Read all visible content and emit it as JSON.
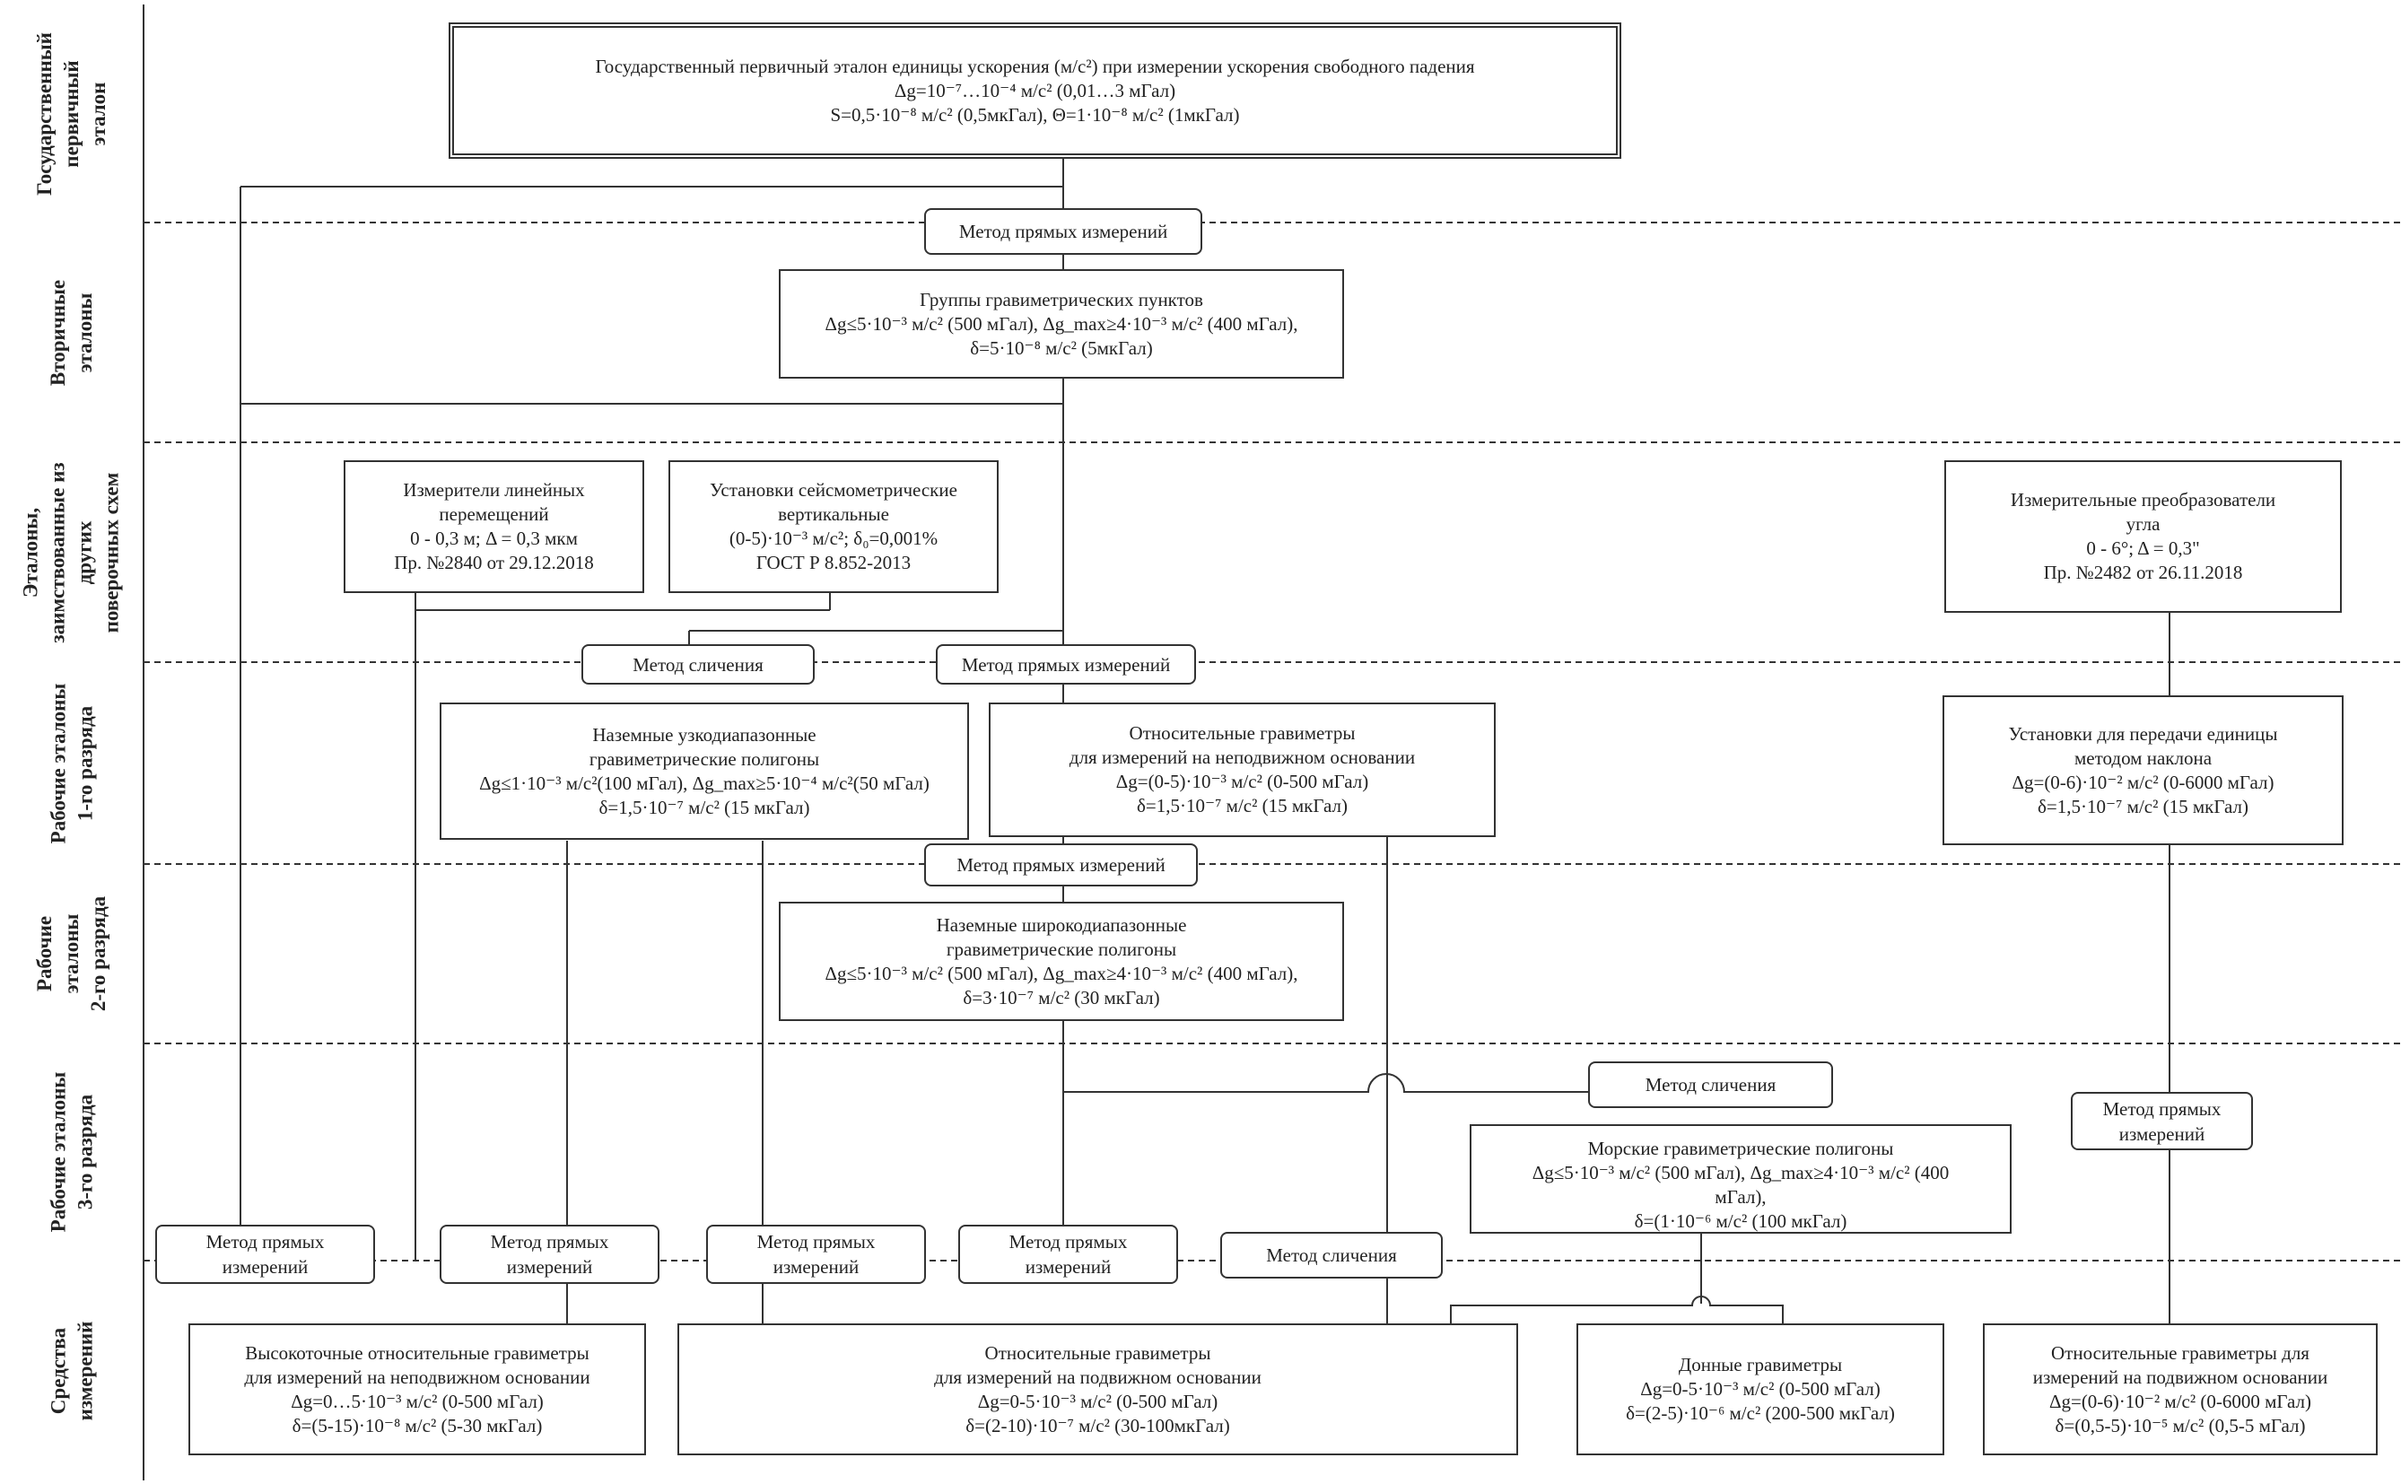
{
  "rows": [
    {
      "id": "row-state-primary",
      "lines": [
        "Государственный",
        "первичный",
        "эталон"
      ]
    },
    {
      "id": "row-secondary",
      "lines": [
        "Вторичные",
        "эталоны"
      ]
    },
    {
      "id": "row-borrowed",
      "lines": [
        "Эталоны,",
        "заимствованные из",
        "других",
        "поверочных схем"
      ]
    },
    {
      "id": "row-working-1",
      "lines": [
        "Рабочие эталоны",
        "1-го разряда"
      ]
    },
    {
      "id": "row-working-2",
      "lines": [
        "Рабочие",
        "эталоны",
        "2-го разряда"
      ]
    },
    {
      "id": "row-working-3",
      "lines": [
        "Рабочие эталоны",
        "3-го разряда"
      ]
    },
    {
      "id": "row-instruments",
      "lines": [
        "Средства",
        "измерений"
      ]
    }
  ],
  "boxes": {
    "primary": [
      "Государственный первичный эталон единицы ускорения (м/с²) при измерении ускорения свободного падения",
      "Δg=10⁻⁷…10⁻⁴ м/с² (0,01…3 мГал)",
      "S=0,5·10⁻⁸ м/с² (0,5мкГал), Θ=1·10⁻⁸ м/с² (1мкГал)"
    ],
    "secondary": [
      "Группы гравиметрических пунктов",
      "Δg≤5·10⁻³ м/с² (500 мГал), Δg_max≥4·10⁻³ м/с² (400 мГал),",
      "δ=5·10⁻⁸ м/с² (5мкГал)"
    ],
    "linear": [
      "Измерители линейных",
      "перемещений",
      "0 - 0,3 м; Δ = 0,3 мкм",
      "Пр. №2840 от 29.12.2018"
    ],
    "seismo": [
      "Установки сейсмометрические",
      "вертикальные",
      "(0-5)·10⁻³ м/с²; δ₀=0,001%",
      "ГОСТ Р 8.852-2013"
    ],
    "angle": [
      "Измерительные преобразователи",
      "угла",
      "0 - 6°; Δ = 0,3\"",
      "Пр. №2482 от 26.11.2018"
    ],
    "narrowband": [
      "Наземные узкодиапазонные",
      "гравиметрические полигоны",
      "Δg≤1·10⁻³ м/с²(100 мГал), Δg_max≥5·10⁻⁴ м/с²(50 мГал)",
      "δ=1,5·10⁻⁷ м/с² (15 мкГал)"
    ],
    "relfixed": [
      "Относительные гравиметры",
      "для измерений на неподвижном основании",
      "Δg=(0-5)·10⁻³ м/с² (0-500 мГал)",
      "δ=1,5·10⁻⁷ м/с² (15 мкГал)"
    ],
    "tilt": [
      "Установки для передачи единицы",
      "методом наклона",
      "Δg=(0-6)·10⁻² м/с² (0-6000 мГал)",
      "δ=1,5·10⁻⁷ м/с² (15 мкГал)"
    ],
    "wideband": [
      "Наземные широкодиапазонные",
      "гравиметрические полигоны",
      "Δg≤5·10⁻³ м/с² (500 мГал), Δg_max≥4·10⁻³ м/с² (400 мГал),",
      "δ=3·10⁻⁷ м/с² (30 мкГал)"
    ],
    "marine": [
      "Морские гравиметрические полигоны",
      "Δg≤5·10⁻³ м/с² (500 мГал), Δg_max≥4·10⁻³ м/с² (400",
      "мГал),",
      "δ=(1·10⁻⁶ м/с² (100 мкГал)"
    ],
    "hiprec": [
      "Высокоточные относительные гравиметры",
      "для измерений на неподвижном основании",
      "Δg=0…5·10⁻³ м/с² (0-500 мГал)",
      "δ=(5-15)·10⁻⁸ м/с² (5-30 мкГал)"
    ],
    "relmoving": [
      "Относительные гравиметры",
      "для измерений на подвижном основании",
      "Δg=0-5·10⁻³ м/с² (0-500 мГал)",
      "δ=(2-10)·10⁻⁷ м/с² (30-100мкГал)"
    ],
    "bottom": [
      "Донные гравиметры",
      "Δg=0-5·10⁻³ м/с² (0-500 мГал)",
      "δ=(2-5)·10⁻⁶ м/с² (200-500 мкГал)"
    ],
    "relmoving2": [
      "Относительные гравиметры для",
      "измерений на подвижном основании",
      "Δg=(0-6)·10⁻² м/с² (0-6000 мГал)",
      "δ=(0,5-5)·10⁻⁵ м/с² (0,5-5 мГал)"
    ]
  },
  "methods": {
    "direct_single": [
      "Метод прямых измерений"
    ],
    "direct_double": [
      "Метод прямых",
      "измерений"
    ],
    "comparison": [
      "Метод сличения"
    ]
  }
}
